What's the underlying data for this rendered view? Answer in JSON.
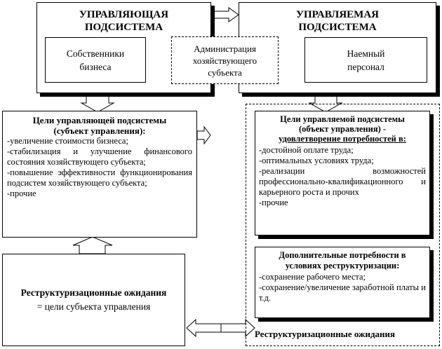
{
  "managing_subsystem": {
    "title_line1": "УПРАВЛЯЮЩАЯ",
    "title_line2": "ПОДСИСТЕМА",
    "owners_line1": "Собственники",
    "owners_line2": "бизнеса"
  },
  "administration": {
    "line1": "Администрация",
    "line2": "хозяйствующего",
    "line3": "субъекта"
  },
  "managed_subsystem": {
    "title_line1": "УПРАВЛЯЕМАЯ",
    "title_line2": "ПОДСИСТЕМА",
    "staff_line1": "Наемный",
    "staff_line2": "персонал"
  },
  "managing_goals": {
    "heading_line1": "Цели управляющей подсистемы",
    "heading_line2": "(субъект управления):",
    "items": [
      "-увеличение стоимости бизнеса;",
      "-стабилизация и улучшение финансового состояния хозяйствующего субъекта;",
      "-повышение эффективности функционирования подсистем хозяйствующего субъекта;",
      "-прочие"
    ]
  },
  "managed_goals": {
    "heading_line1": "Цели управляемой подсистемы",
    "heading_line2": "(объект управления) -",
    "heading_line3": "удовлетворение потребностей в:",
    "items": [
      "-достойной оплате труда;",
      "-оптимальных условиях труда;",
      "-реализации возможностей профессионально-квалификационного и карьерного роста и прочих",
      "-прочие"
    ]
  },
  "additional_needs": {
    "heading_line1": "Дополнительные потребности в",
    "heading_line2": "условиях реструктуризации:",
    "items": [
      "-сохранение рабочего места;",
      "-сохранение/увеличение заработной платы и т.д."
    ]
  },
  "restructuring_left": {
    "line1": "Реструктуризационные ожидания",
    "line2": "= цели субъекта управления"
  },
  "restructuring_right_label": "Реструктуризационные ожидания"
}
